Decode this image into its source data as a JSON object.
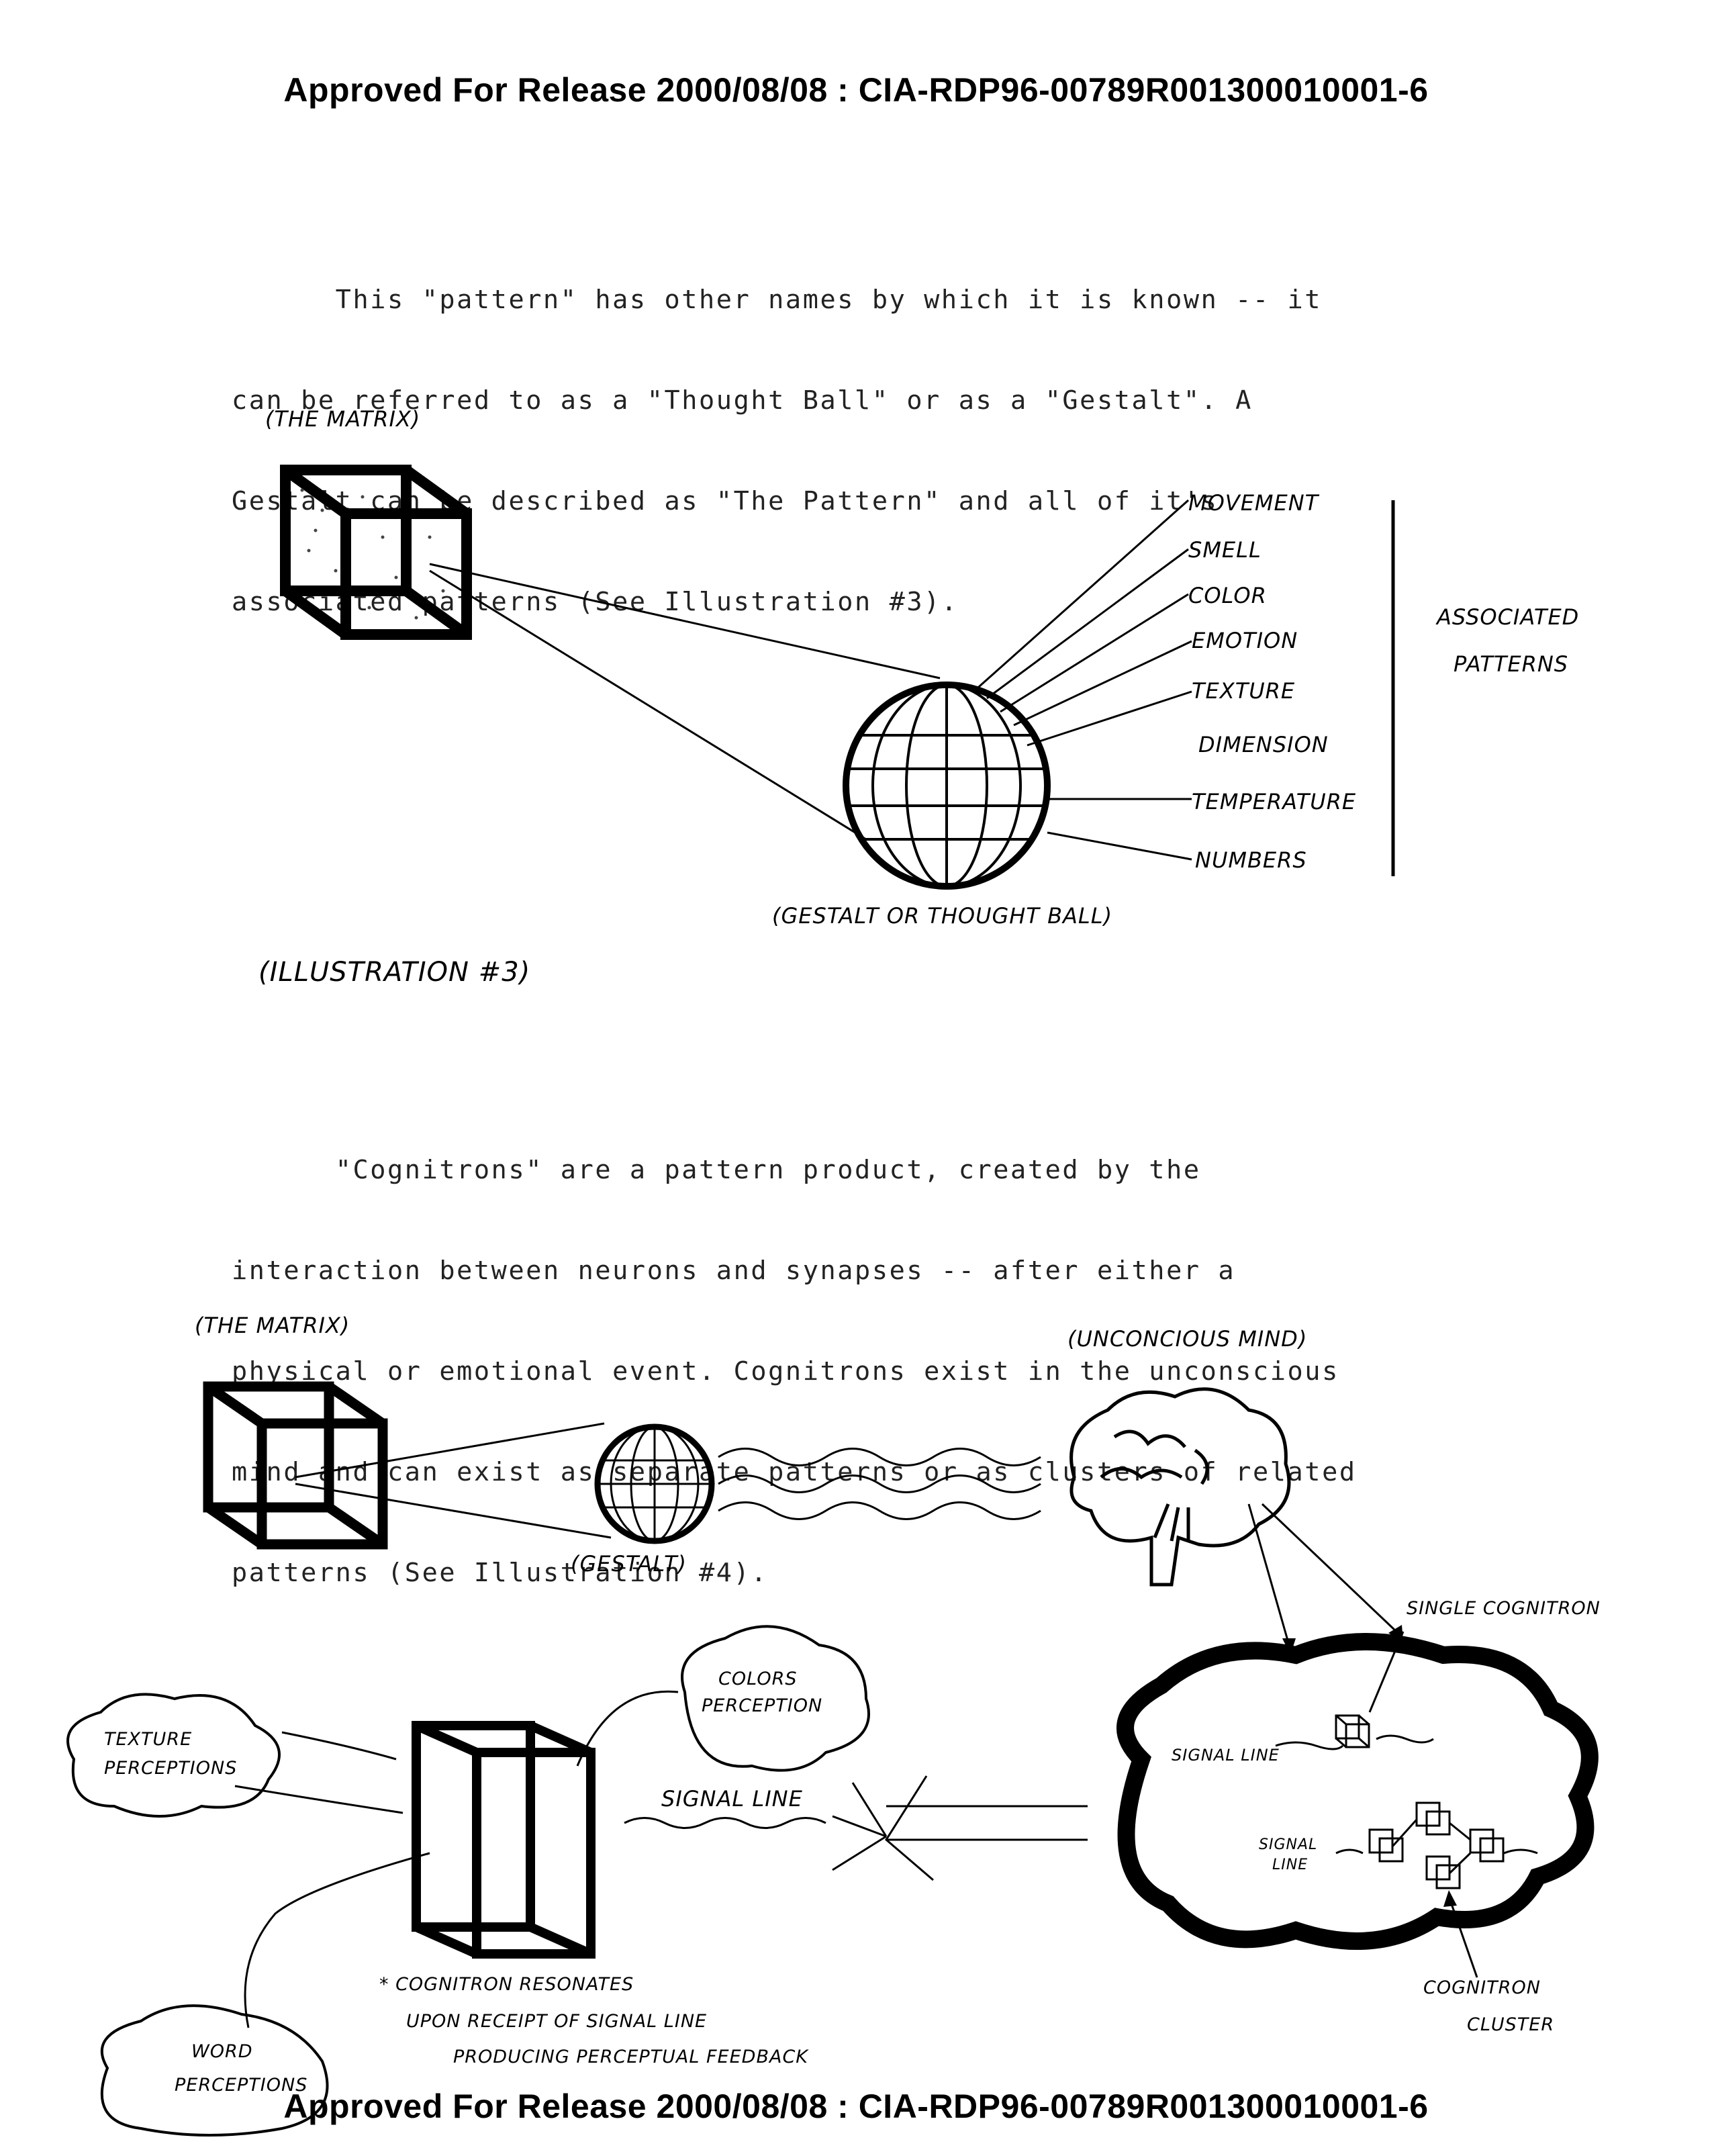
{
  "header": "Approved For Release 2000/08/08 : CIA-RDP96-00789R001300010001-6",
  "footer": "Approved For Release 2000/08/08 : CIA-RDP96-00789R001300010001-6",
  "paragraph1": [
    "      This \"pattern\" has other names by which it is known -- it",
    "can be referred to as a \"Thought Ball\" or as a \"Gestalt\". A",
    "Gestalt can be described as \"The Pattern\" and all of it's",
    "associated patterns (See Illustration #3)."
  ],
  "paragraph2": [
    "      \"Cognitrons\" are a pattern product, created by the",
    "interaction between neurons and synapses -- after either a",
    "physical or emotional event. Cognitrons exist in the unconscious",
    "mind and can exist as separate patterns or as clusters of related",
    "patterns (See Illustration #4)."
  ],
  "illustration3": {
    "matrix_label": "(THE MATRIX)",
    "patterns": [
      "MOVEMENT",
      "SMELL",
      "COLOR",
      "EMOTION",
      "TEXTURE",
      "DIMENSION",
      "TEMPERATURE",
      "NUMBERS"
    ],
    "associated_label_line1": "ASSOCIATED",
    "associated_label_line2": "PATTERNS",
    "gestalt_label": "(GESTALT OR THOUGHT BALL)",
    "caption": "(ILLUSTRATION #3)"
  },
  "illustration4": {
    "matrix_label": "(THE MATRIX)",
    "unconscious_label": "(UNCONCIOUS MIND)",
    "gestalt_label": "(GESTALT)",
    "single_cognitron_label": "SINGLE COGNITRON",
    "colors_line1": "COLORS",
    "colors_line2": "PERCEPTION",
    "texture_line1": "TEXTURE",
    "texture_line2": "PERCEPTIONS",
    "signal_line_main": "SIGNAL LINE",
    "signal_line_upper": "SIGNAL LINE",
    "signal_line_inner_1": "SIGNAL",
    "signal_line_inner_2": "LINE",
    "resonates_line1": "* COGNITRON RESONATES",
    "resonates_line2": "UPON RECEIPT OF SIGNAL LINE",
    "resonates_line3": "PRODUCING PERCEPTUAL FEEDBACK",
    "cluster_line1": "COGNITRON",
    "cluster_line2": "CLUSTER",
    "word_line1": "WORD",
    "word_line2": "PERCEPTIONS"
  }
}
